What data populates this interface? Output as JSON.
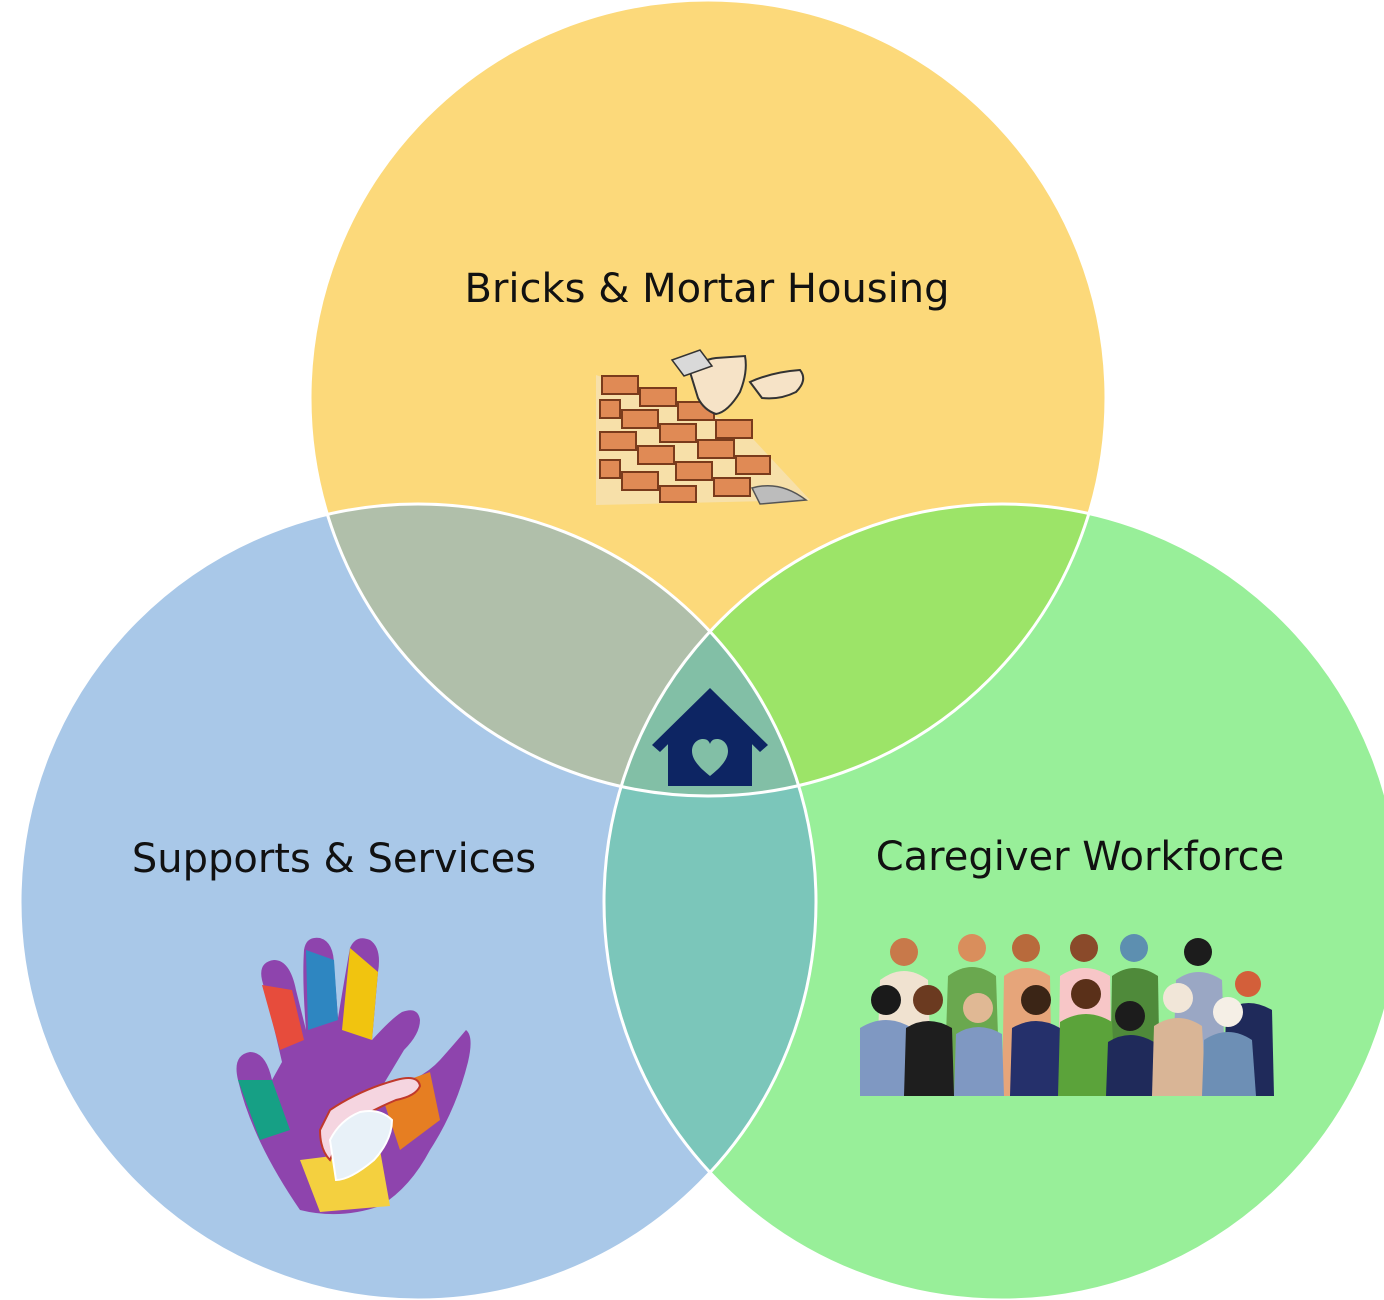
{
  "diagram": {
    "circles": [
      {
        "id": "housing",
        "label": "Bricks & Mortar Housing",
        "color": "#FCD97A",
        "icon": "bricklaying-icon"
      },
      {
        "id": "supports",
        "label": "Supports & Services",
        "color": "#A9C8E8",
        "icon": "helping-hands-icon"
      },
      {
        "id": "workforce",
        "label": "Caregiver Workforce",
        "color": "#98EF99",
        "icon": "people-crowd-icon"
      }
    ],
    "center_icon": "house-heart-icon",
    "center_icon_color": "#0D2563"
  }
}
